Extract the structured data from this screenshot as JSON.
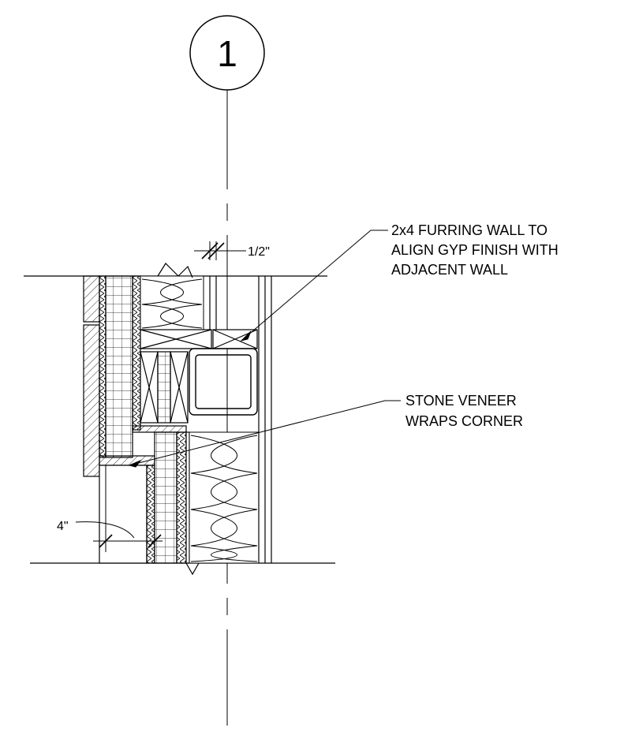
{
  "grid_bubble": {
    "label": "1"
  },
  "dimensions": {
    "half_inch": "1/2\"",
    "four_inch": "4\""
  },
  "notes": {
    "furring": {
      "line1": "2x4 FURRING WALL TO",
      "line2": "ALIGN GYP FINISH WITH",
      "line3": "ADJACENT WALL"
    },
    "stone": {
      "line1": "STONE VENEER",
      "line2": "WRAPS CORNER"
    }
  },
  "colors": {
    "ink": "#000000",
    "paper": "#ffffff"
  }
}
